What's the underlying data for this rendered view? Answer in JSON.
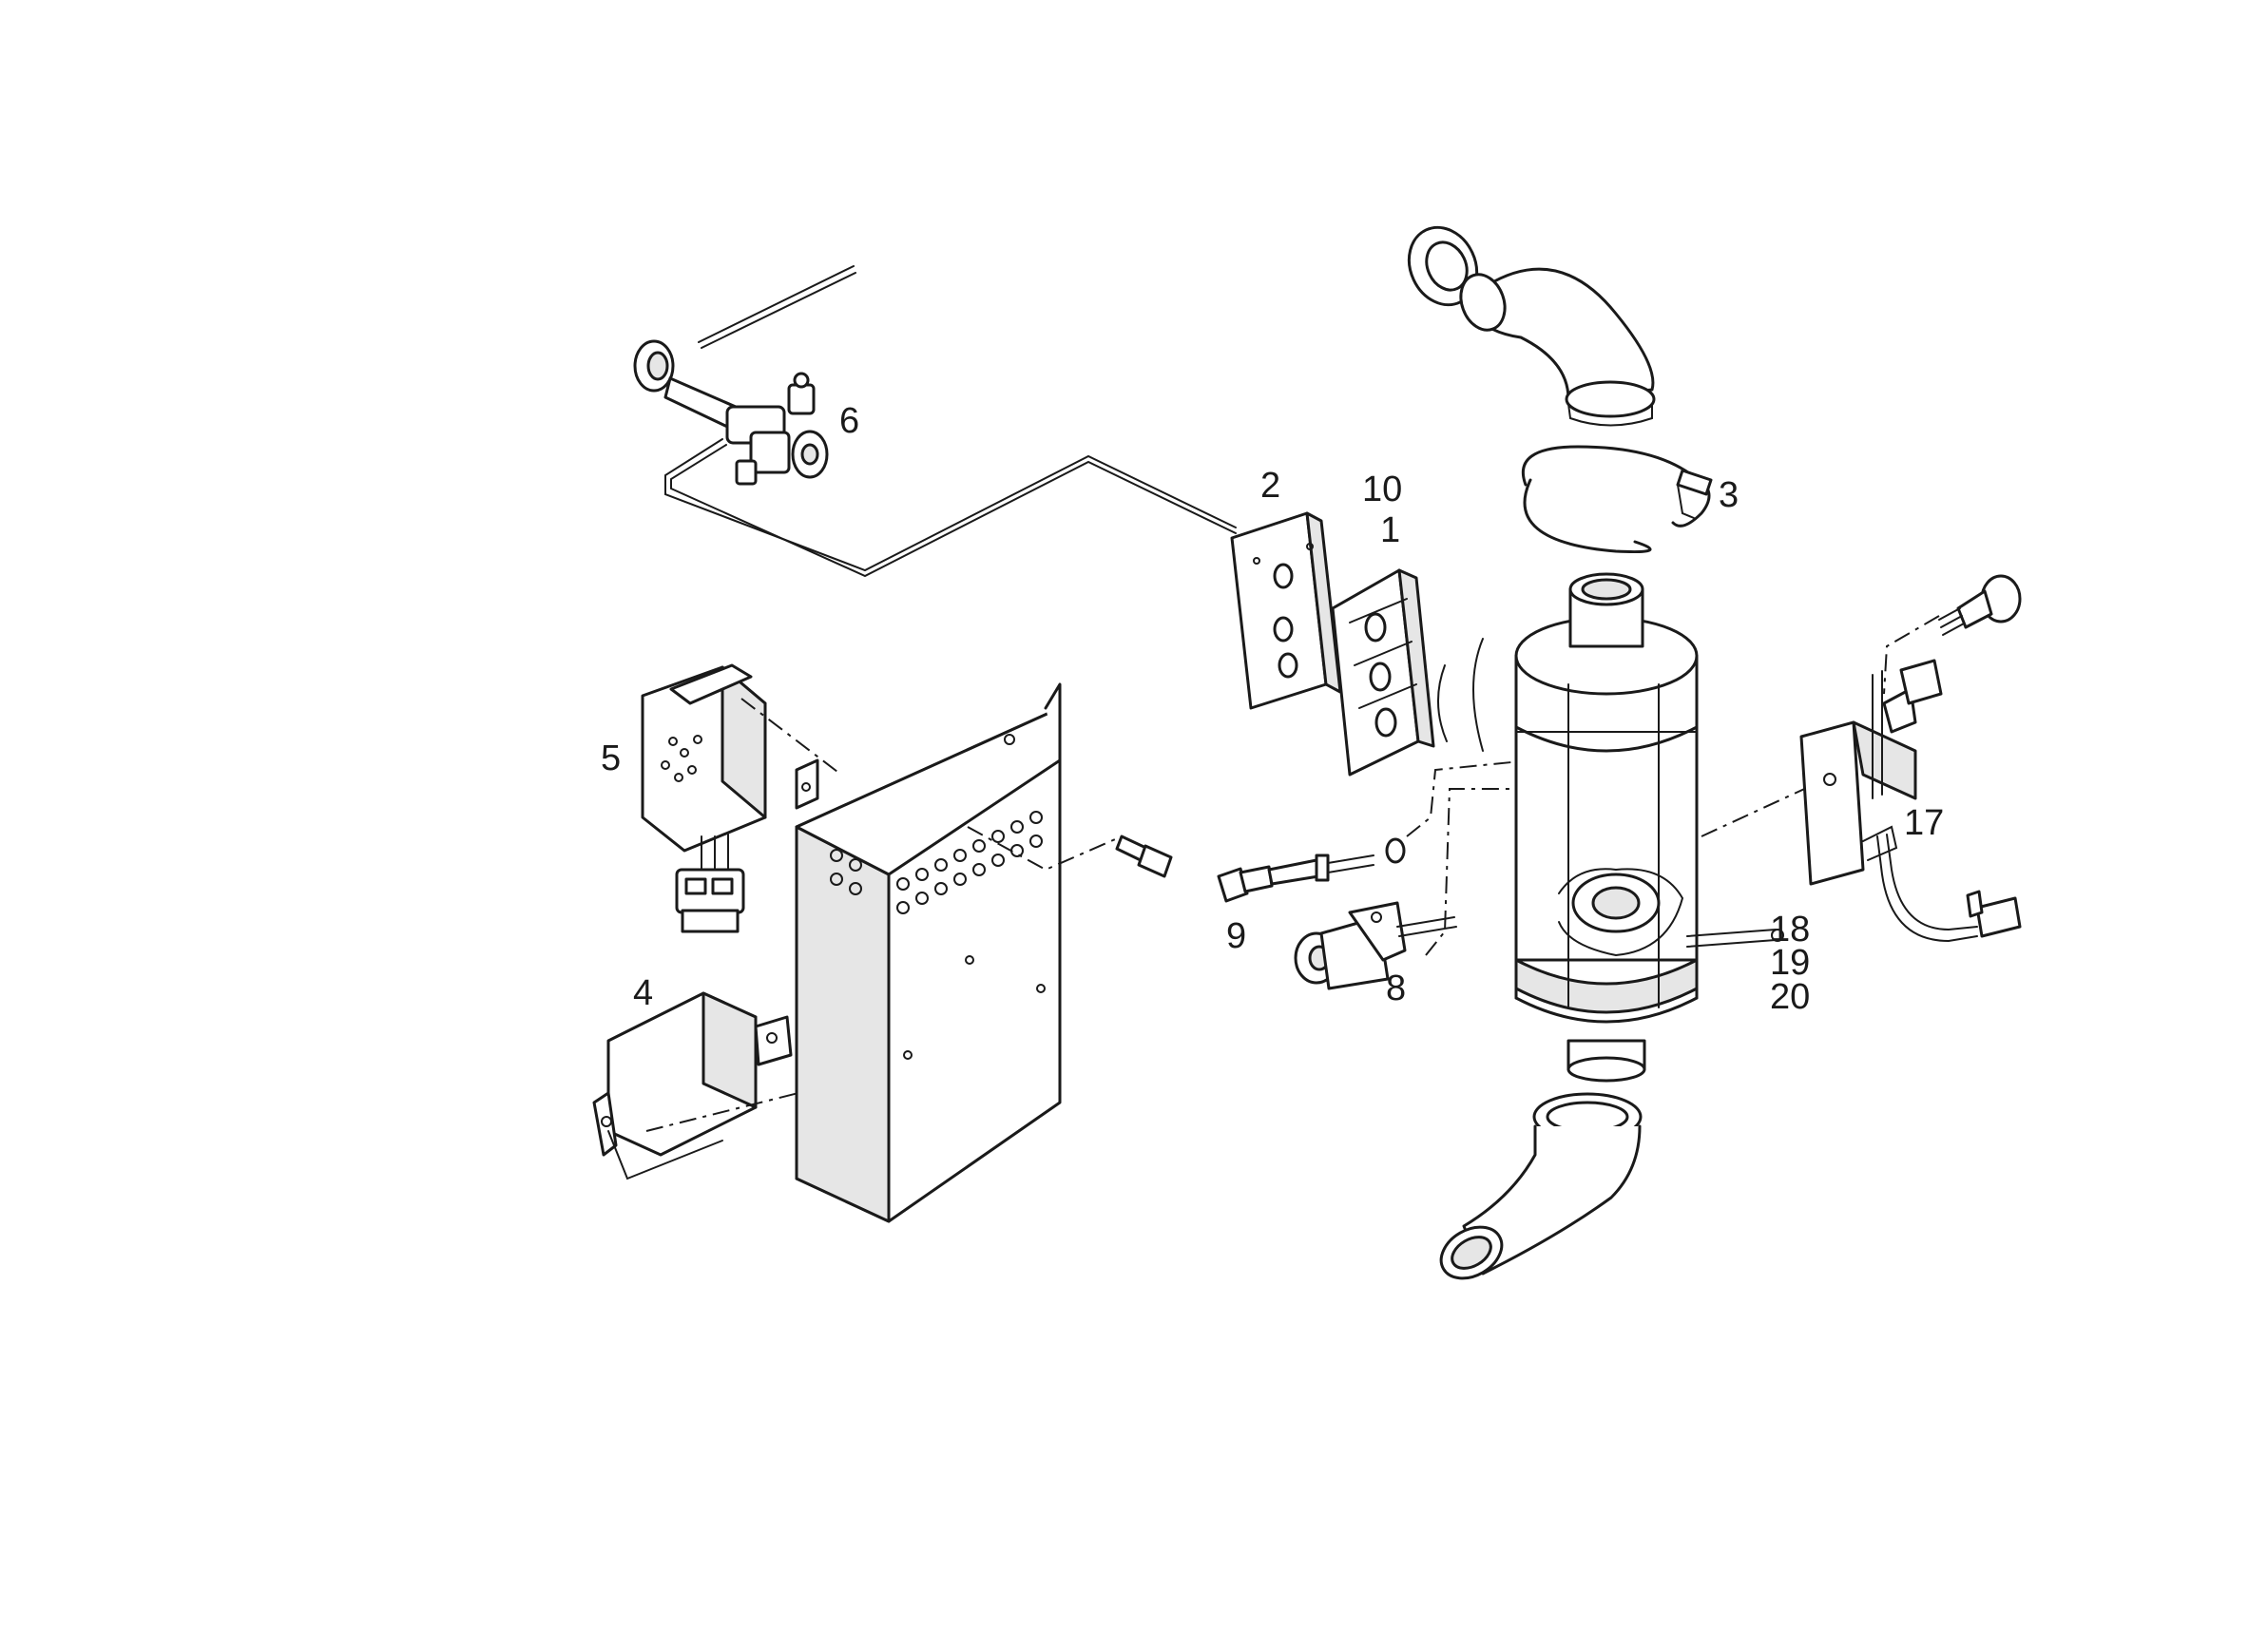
{
  "callouts": {
    "c1": "1",
    "c2": "2",
    "c3": "3",
    "c4": "4",
    "c5": "5",
    "c6": "6",
    "c8": "8",
    "c9": "9",
    "c10": "10",
    "c17": "17",
    "c18": "18",
    "c19": "19",
    "c20": "20"
  }
}
